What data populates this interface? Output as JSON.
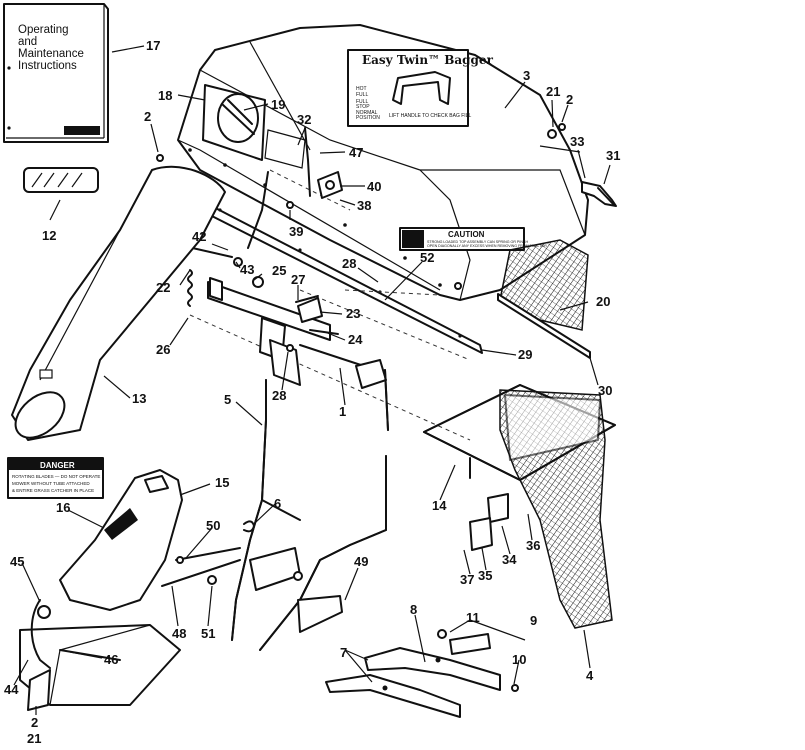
{
  "manual": {
    "line1": "Operating",
    "line2": "and",
    "line3": "Maintenance",
    "line4": "Instructions"
  },
  "decal_bagger": {
    "title": "Easy Twin™ Bagger",
    "hot_full": "HOT",
    "full": "FULL",
    "full_stop": "FULL",
    "stop": "STOP",
    "normal": "NORMAL",
    "position": "POSITION",
    "instruction": "LIFT HANDLE TO CHECK BAG FILL"
  },
  "decal_caution": {
    "title": "CAUTION",
    "line1": "STRONG LOADED TOP ASSEMBLY CAN SPRING OR PINCH",
    "line2": "OPEN DIAGONALLY ANY EXCESS WHEN REMOVING FROM TRACTOR"
  },
  "decal_danger": {
    "title": "DANGER",
    "line1": "ROTATING BLADES — DO NOT OPERATE",
    "line2": "MOWER WITHOUT TUBE ATTACHED",
    "line3": "& ENTIRE GRASS CATCHER IN PLACE"
  },
  "callouts": [
    "17",
    "18",
    "19",
    "2",
    "32",
    "47",
    "40",
    "38",
    "3",
    "21",
    "2",
    "33",
    "31",
    "12",
    "42",
    "43",
    "25",
    "27",
    "22",
    "39",
    "28",
    "52",
    "20",
    "23",
    "26",
    "24",
    "29",
    "13",
    "30",
    "5",
    "28",
    "1",
    "14",
    "15",
    "16",
    "6",
    "36",
    "34",
    "35",
    "37",
    "50",
    "49",
    "45",
    "48",
    "51",
    "8",
    "11",
    "9",
    "46",
    "7",
    "10",
    "4",
    "44",
    "2",
    "21"
  ]
}
